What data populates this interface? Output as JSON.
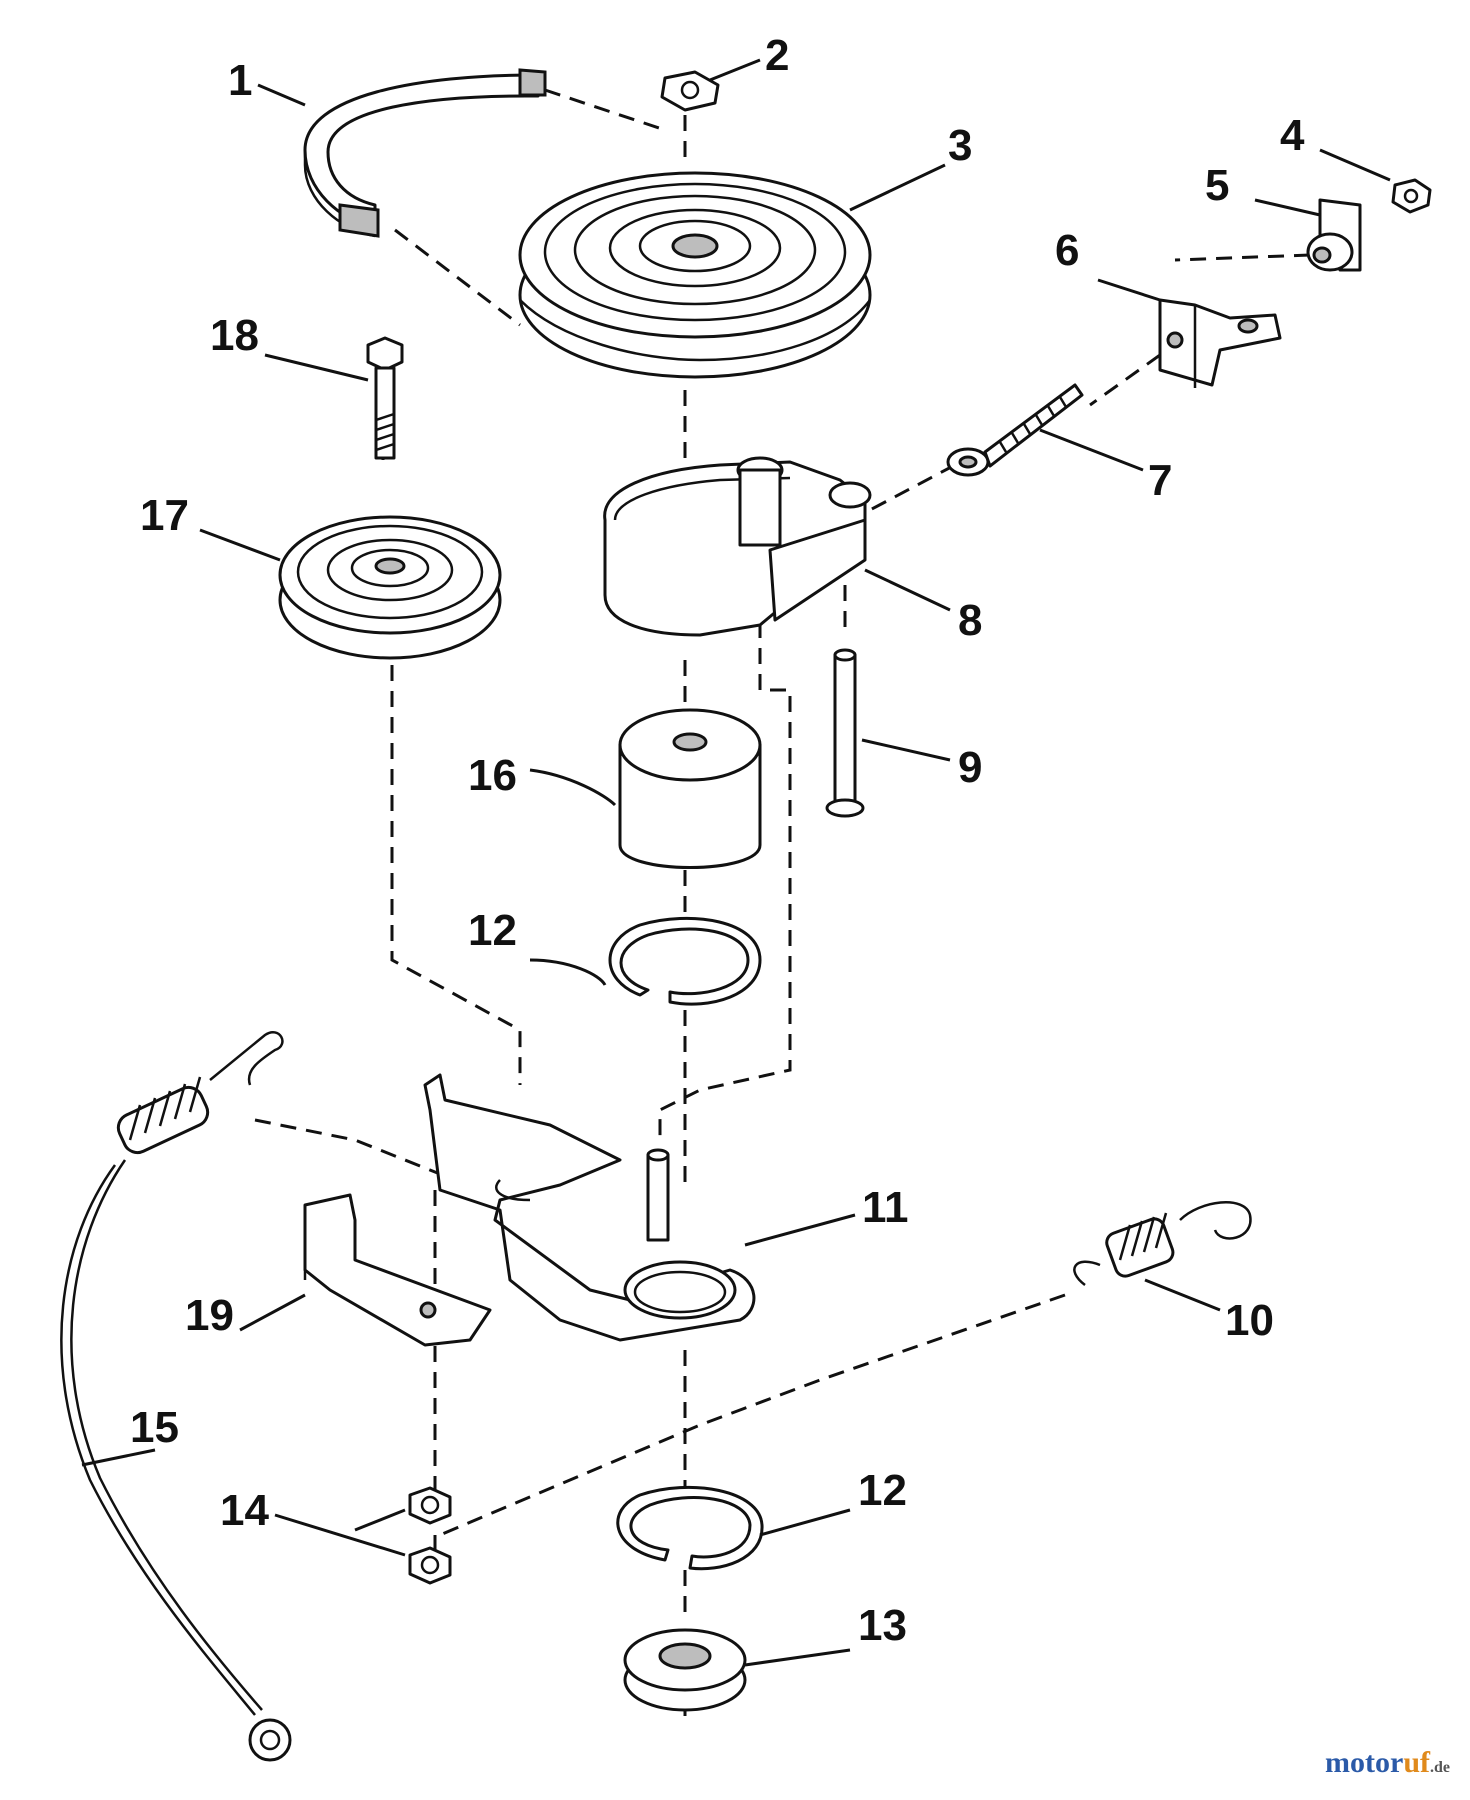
{
  "callouts": {
    "c1": "1",
    "c2": "2",
    "c3": "3",
    "c4": "4",
    "c5": "5",
    "c6": "6",
    "c7": "7",
    "c8": "8",
    "c9": "9",
    "c10": "10",
    "c11": "11",
    "c12a": "12",
    "c12b": "12",
    "c13": "13",
    "c14": "14",
    "c15": "15",
    "c16": "16",
    "c17": "17",
    "c18": "18",
    "c19": "19"
  },
  "watermark": {
    "main": "motor",
    "accent": "uf",
    "tld": ".de"
  }
}
